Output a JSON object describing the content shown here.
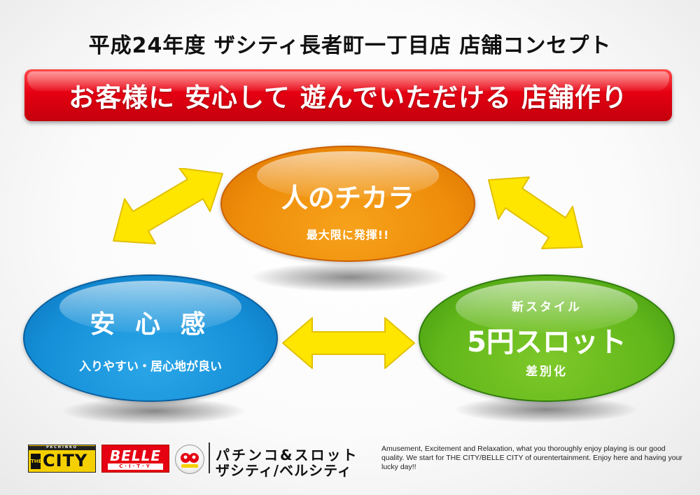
{
  "header": {
    "title": "平成24年度 ザシティ長者町一丁目店 店舗コンセプト",
    "banner": "お客様に 安心して 遊んでいただける 店舗作り"
  },
  "concepts": {
    "people": {
      "title": "人のチカラ",
      "subtitle": "最大限に発揮!!",
      "color": "#f29400"
    },
    "safety": {
      "title": "安 心 感",
      "subtitle": "入りやすい・居心地が良い",
      "color": "#1e96dc"
    },
    "slot": {
      "top": "新スタイル",
      "title": "5円スロット",
      "subtitle": "差別化",
      "color": "#6abf1e"
    }
  },
  "arrows": {
    "color": "#ffe600",
    "outline": "#e2c000"
  },
  "footer": {
    "logo_city_small": "PACHINKO",
    "logo_city_prefix": "THE",
    "logo_city_name": "CITY",
    "logo_belle_name": "BELLE",
    "logo_belle_sub": "C·I·T·Y",
    "brand_line1": "パチンコ&スロット",
    "brand_line2": "ザシティ/ベルシティ",
    "tagline": "Amusement, Excitement and Relaxation, what you thoroughly enjoy playing is our good quality. We start for THE CITY/BELLE CITY of ourentertainment. Enjoy here and having your lucky day!!"
  }
}
